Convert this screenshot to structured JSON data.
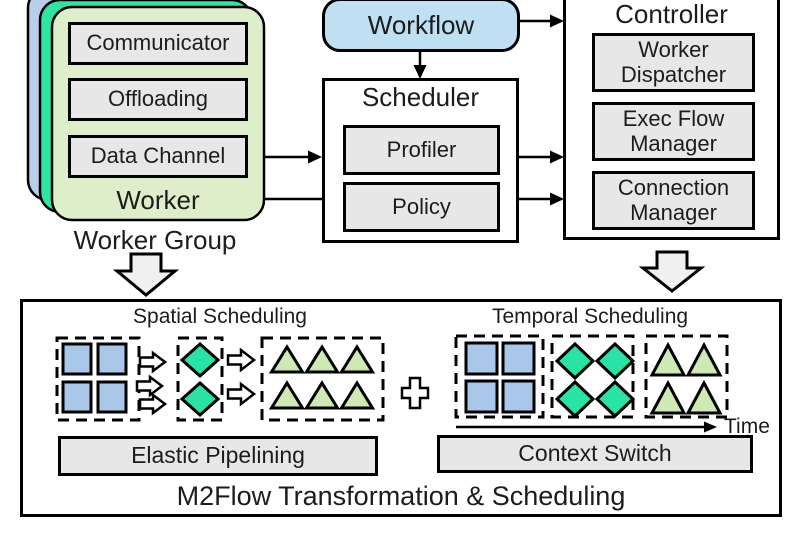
{
  "diagram": {
    "worker_group": {
      "modules": [
        "Communicator",
        "Offloading",
        "Data Channel"
      ],
      "card_label": "Worker",
      "group_label": "Worker Group"
    },
    "workflow_label": "Workflow",
    "scheduler": {
      "title": "Scheduler",
      "modules": [
        "Profiler",
        "Policy"
      ]
    },
    "controller": {
      "title": "Controller",
      "modules": [
        "Worker Dispatcher",
        "Exec Flow Manager",
        "Connection Manager"
      ]
    },
    "m2flow": {
      "title": "M2Flow Transformation & Scheduling",
      "spatial_title": "Spatial Scheduling",
      "elastic_label": "Elastic Pipelining",
      "temporal_title": "Temporal Scheduling",
      "context_label": "Context Switch",
      "time_label": "Time"
    },
    "colors": {
      "workflow_fill": "#bfe0f2",
      "worker_card_back": "#b9cfe9",
      "worker_card_middle": "#2ee6a2",
      "worker_card_front": "#dfeeca",
      "square_fill": "#a9c7e8",
      "diamond_fill": "#28e3a5",
      "triangle_fill": "#cfe9b4",
      "module_fill": "#e7e7e7",
      "block_arrow_fill": "#f0f0f0",
      "line_color": "#000000"
    }
  }
}
